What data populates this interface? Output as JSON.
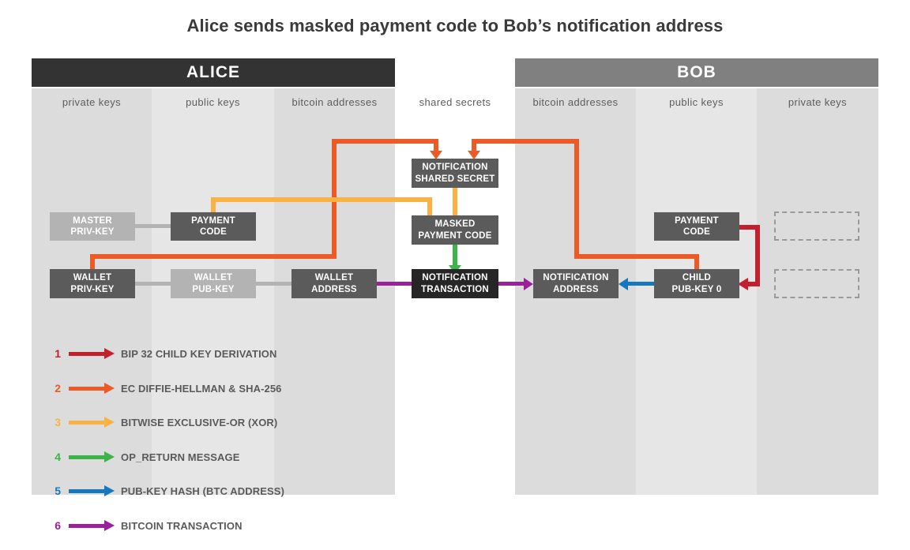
{
  "title": "Alice sends masked payment code to Bob’s notification address",
  "parties": [
    {
      "name": "ALICE",
      "color": "#333333"
    },
    {
      "name": "BOB",
      "color": "#808080"
    }
  ],
  "columns": [
    {
      "id": "alice-private-keys",
      "label": "private keys",
      "shade": "#dcdcdc"
    },
    {
      "id": "alice-public-keys",
      "label": "public keys",
      "shade": "#e6e6e6"
    },
    {
      "id": "alice-bitcoin-addresses",
      "label": "bitcoin addresses",
      "shade": "#dcdcdc"
    },
    {
      "id": "shared-secrets",
      "label": "shared secrets",
      "shade": "#ffffff"
    },
    {
      "id": "bob-bitcoin-addresses",
      "label": "bitcoin addresses",
      "shade": "#dcdcdc"
    },
    {
      "id": "bob-public-keys",
      "label": "public keys",
      "shade": "#e6e6e6"
    },
    {
      "id": "bob-private-keys",
      "label": "private keys",
      "shade": "#dcdcdc"
    }
  ],
  "nodes": {
    "alice_master_priv_key": {
      "line1": "MASTER",
      "line2": "PRIV-KEY"
    },
    "alice_payment_code": {
      "line1": "PAYMENT",
      "line2": "CODE"
    },
    "alice_wallet_priv_key": {
      "line1": "WALLET",
      "line2": "PRIV-KEY"
    },
    "alice_wallet_pub_key": {
      "line1": "WALLET",
      "line2": "PUB-KEY"
    },
    "alice_wallet_address": {
      "line1": "WALLET",
      "line2": "ADDRESS"
    },
    "notification_shared_secret": {
      "line1": "NOTIFICATION",
      "line2": "SHARED SECRET"
    },
    "masked_payment_code": {
      "line1": "MASKED",
      "line2": "PAYMENT CODE"
    },
    "notification_transaction": {
      "line1": "NOTIFICATION",
      "line2": "TRANSACTION"
    },
    "bob_notification_address": {
      "line1": "NOTIFICATION",
      "line2": "ADDRESS"
    },
    "bob_payment_code": {
      "line1": "PAYMENT",
      "line2": "CODE"
    },
    "bob_child_pub_key_0": {
      "line1": "CHILD",
      "line2": "PUB-KEY 0"
    }
  },
  "legend": [
    {
      "num": "1",
      "label": "BIP 32 CHILD KEY DERIVATION",
      "color": "#c2202f"
    },
    {
      "num": "2",
      "label": "EC DIFFIE-HELLMAN & SHA-256",
      "color": "#ec5b25"
    },
    {
      "num": "3",
      "label": "BITWISE EXCLUSIVE-OR (XOR)",
      "color": "#f9b344"
    },
    {
      "num": "4",
      "label": "OP_RETURN MESSAGE",
      "color": "#3cb44a"
    },
    {
      "num": "5",
      "label": "PUB-KEY HASH (BTC ADDRESS)",
      "color": "#1878be"
    },
    {
      "num": "6",
      "label": "BITCOIN TRANSACTION",
      "color": "#9b219b"
    }
  ],
  "palette": {
    "grey_link": "#b3b3b3",
    "box_dark": "#5b5b5b",
    "box_darker": "#262626",
    "box_light": "#b3b3b3",
    "dashed_border": "#9a9a9a"
  }
}
